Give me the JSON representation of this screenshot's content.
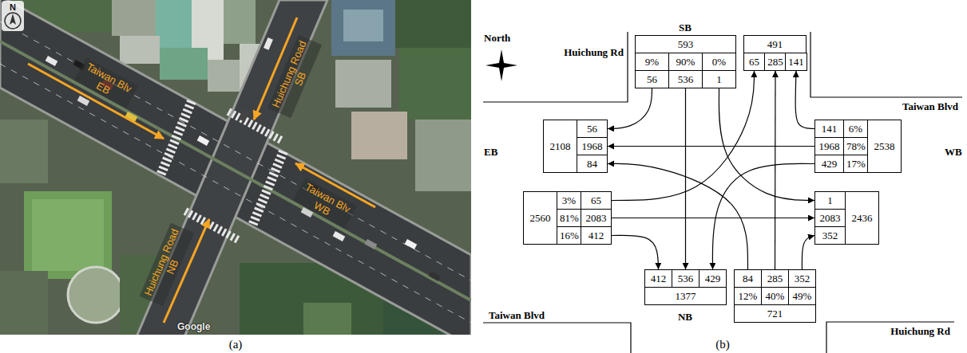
{
  "diagram": {
    "nodes": [
      {
        "text": [
          "593"
        ]
      },
      {
        "text": [
          "9%"
        ]
      },
      {
        "text": [
          "90%"
        ]
      },
      {
        "text": [
          "0%"
        ]
      },
      {
        "text": [
          "56"
        ]
      },
      {
        "text": [
          "536"
        ]
      },
      {
        "text": [
          "1"
        ]
      },
      {
        "text": [
          "491"
        ]
      },
      {
        "text": [
          "65"
        ]
      },
      {
        "text": [
          "285"
        ]
      },
      {
        "text": [
          "141"
        ]
      },
      {
        "text": [
          "2108"
        ]
      },
      {
        "text": [
          "56"
        ]
      },
      {
        "text": [
          "1968"
        ]
      },
      {
        "text": [
          "84"
        ]
      },
      {
        "text": [
          "141"
        ]
      },
      {
        "text": [
          "6%"
        ]
      },
      {
        "text": [
          "1968"
        ]
      },
      {
        "text": [
          "78%"
        ]
      },
      {
        "text": [
          "429"
        ]
      },
      {
        "text": [
          "17%"
        ]
      },
      {
        "text": [
          "2538"
        ]
      },
      {
        "text": [
          "2560"
        ]
      },
      {
        "text": [
          "3%"
        ]
      },
      {
        "text": [
          "65"
        ]
      },
      {
        "text": [
          "81%"
        ]
      },
      {
        "text": [
          "2083"
        ]
      },
      {
        "text": [
          "16%"
        ]
      },
      {
        "text": [
          "412"
        ]
      },
      {
        "text": [
          "1"
        ]
      },
      {
        "text": [
          "2083"
        ]
      },
      {
        "text": [
          "352"
        ]
      },
      {
        "text": [
          "2436"
        ]
      },
      {
        "text": [
          "412"
        ]
      },
      {
        "text": [
          "536"
        ]
      },
      {
        "text": [
          "429"
        ]
      },
      {
        "text": [
          "1377"
        ]
      },
      {
        "text": [
          "84"
        ]
      },
      {
        "text": [
          "285"
        ]
      },
      {
        "text": [
          "352"
        ]
      },
      {
        "text": [
          "12%"
        ]
      },
      {
        "text": [
          "40%"
        ]
      },
      {
        "text": [
          "49%"
        ]
      },
      {
        "text": [
          "721"
        ]
      }
    ],
    "edges": [
      {
        "from": 4,
        "to": 12,
        "arrow": "to"
      },
      {
        "from": 5,
        "to": 34,
        "arrow": "to"
      },
      {
        "from": 6,
        "to": 29,
        "arrow": "to"
      },
      {
        "from": 15,
        "to": 10,
        "arrow": "to"
      },
      {
        "from": 17,
        "to": 13,
        "arrow": "to"
      },
      {
        "from": 19,
        "to": 35,
        "arrow": "to"
      },
      {
        "from": 24,
        "to": 8,
        "arrow": "to"
      },
      {
        "from": 26,
        "to": 30,
        "arrow": "to"
      },
      {
        "from": 28,
        "to": 33,
        "arrow": "to"
      },
      {
        "from": 37,
        "to": 14,
        "arrow": "to"
      },
      {
        "from": 38,
        "to": 9,
        "arrow": "to"
      },
      {
        "from": 39,
        "to": 31,
        "arrow": "to"
      }
    ],
    "labels": [
      "N",
      "Taiwan Blv EB",
      "Huichung Road SB",
      "Taiwan Blv WB",
      "Huichung Road NB",
      "Google",
      "(a)",
      "North",
      "SB",
      "Huichung Rd",
      "Taiwan Blvd",
      "EB",
      "WB",
      "Taiwan Blvd",
      "NB",
      "Huichung Rd",
      "(b)"
    ]
  }
}
